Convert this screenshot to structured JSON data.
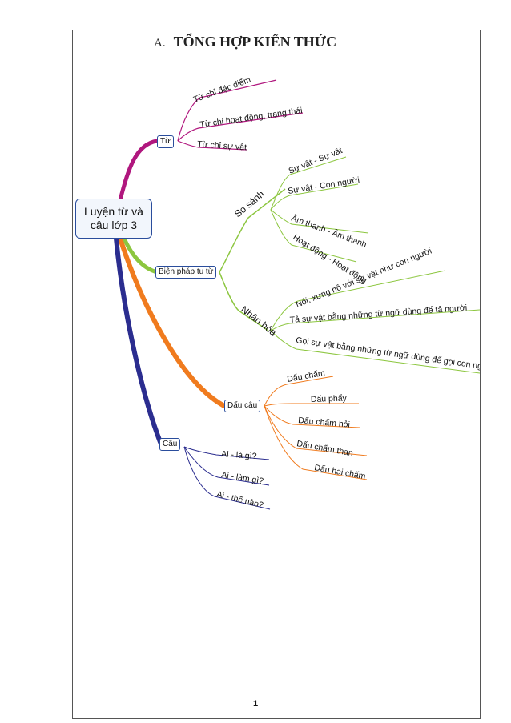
{
  "heading": {
    "number": "A.",
    "title": "TỔNG HỢP KIẾN THỨC"
  },
  "root": {
    "line1": "Luyện từ và",
    "line2": "câu lớp 3"
  },
  "colors": {
    "tu": "#b0177e",
    "bien_phap": "#8cc63f",
    "dau_cau": "#f07b1e",
    "cau": "#2b2d8f",
    "box_border": "#2a4d9c"
  },
  "branches": {
    "tu": {
      "label": "Từ",
      "items": [
        "Từ chỉ đặc điểm",
        "Từ chỉ hoạt động, trạng thái",
        "Từ chỉ sự vật"
      ]
    },
    "bien_phap": {
      "label": "Biện pháp tu từ",
      "so_sanh": {
        "label": "So sánh",
        "items": [
          "Sự vật - Sự vật",
          "Sự vật - Con người",
          "Âm thanh - Âm thanh",
          "Hoạt động - Hoạt động"
        ]
      },
      "nhan_hoa": {
        "label": "Nhân hóa",
        "items": [
          "Nói, xưng hô với sự vật như con người",
          "Tả sự vật bằng những từ ngữ dùng để tả người",
          "Gọi sự vật bằng những từ ngữ dùng để gọi con người"
        ]
      }
    },
    "dau_cau": {
      "label": "Dấu câu",
      "items": [
        "Dấu chấm",
        "Dấu phẩy",
        "Dấu chấm hỏi",
        "Dấu chấm than",
        "Dấu hai chấm"
      ]
    },
    "cau": {
      "label": "Câu",
      "items": [
        "Ai - là gì?",
        "Ai - làm gì?",
        "Ai - thế nào?"
      ]
    }
  },
  "page_number": "1"
}
